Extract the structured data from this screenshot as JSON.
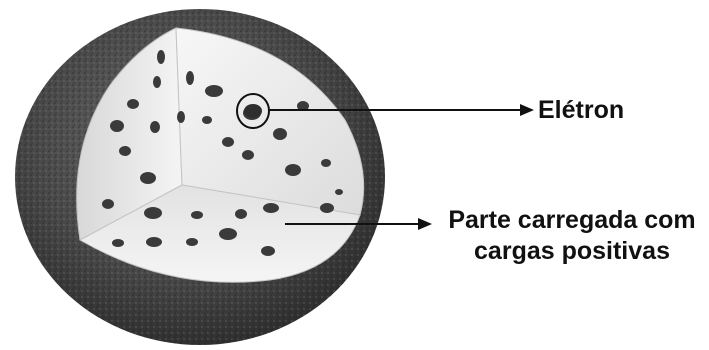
{
  "diagram": {
    "labels": {
      "electron": "Elétron",
      "positive_part_line1": "Parte carregada com",
      "positive_part_line2": "cargas positivas"
    },
    "colors": {
      "sphere_shell": "#4a4a4a",
      "sphere_interior": "#f2f2f2",
      "electron_blobs": "#3a3a3a",
      "arrows": "#111111",
      "background": "#ffffff"
    },
    "icons": {
      "arrow": "arrow-right-icon"
    }
  }
}
